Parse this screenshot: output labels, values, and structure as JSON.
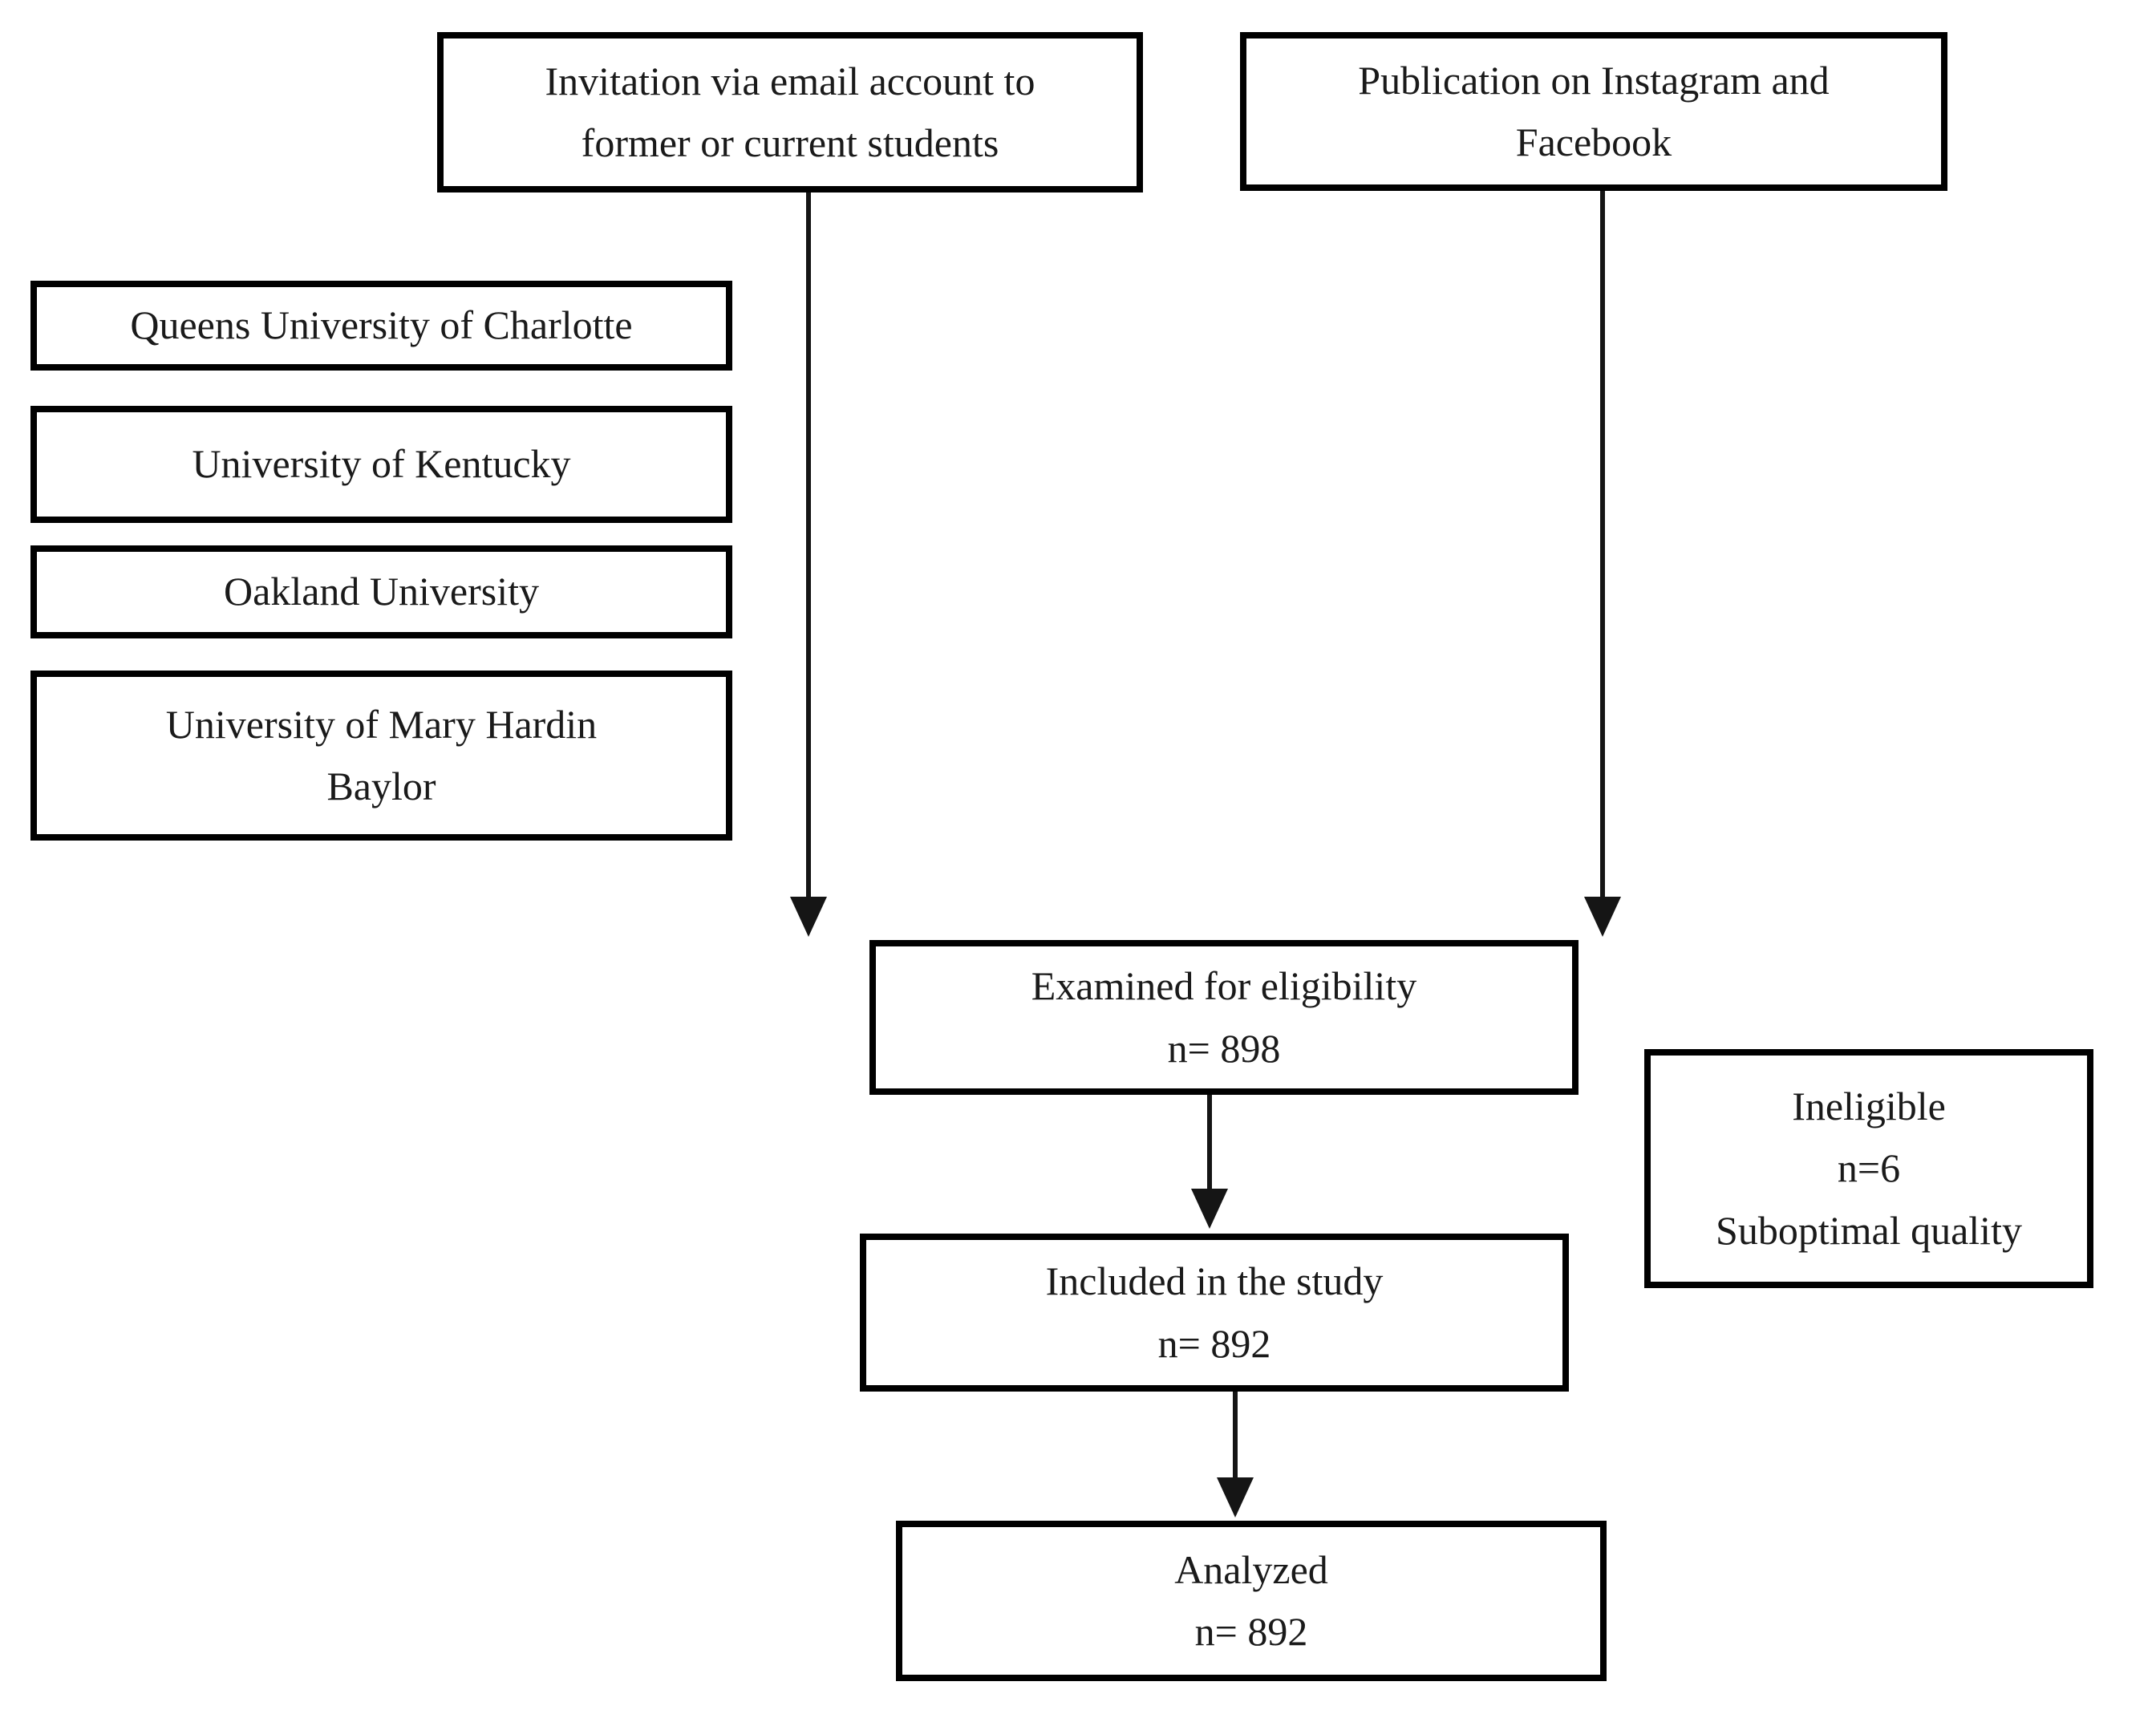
{
  "diagram": {
    "background_color": "#ffffff",
    "border_color": "#000000",
    "text_color": "#1a1a1a",
    "nodes": {
      "invitation": {
        "line1": "Invitation via email account to",
        "line2": "former or current students"
      },
      "publication": {
        "line1": "Publication on Instagram and",
        "line2": "Facebook"
      },
      "queens": {
        "line1": "Queens University of Charlotte"
      },
      "kentucky": {
        "line1": "University of Kentucky"
      },
      "oakland": {
        "line1": "Oakland University"
      },
      "mary_hardin": {
        "line1": "University of Mary Hardin",
        "line2": "Baylor"
      },
      "examined": {
        "line1": "Examined for eligibility",
        "line2": "n= 898"
      },
      "ineligible": {
        "line1": "Ineligible",
        "line2": "n=6",
        "line3": "Suboptimal quality"
      },
      "included": {
        "line1": "Included in the study",
        "line2": "n= 892"
      },
      "analyzed": {
        "line1": "Analyzed",
        "line2": "n= 892"
      }
    },
    "edges": [
      {
        "from": "invitation",
        "to": "examined"
      },
      {
        "from": "publication",
        "to": "examined"
      },
      {
        "from": "examined",
        "to": "included"
      },
      {
        "from": "included",
        "to": "analyzed"
      }
    ]
  }
}
